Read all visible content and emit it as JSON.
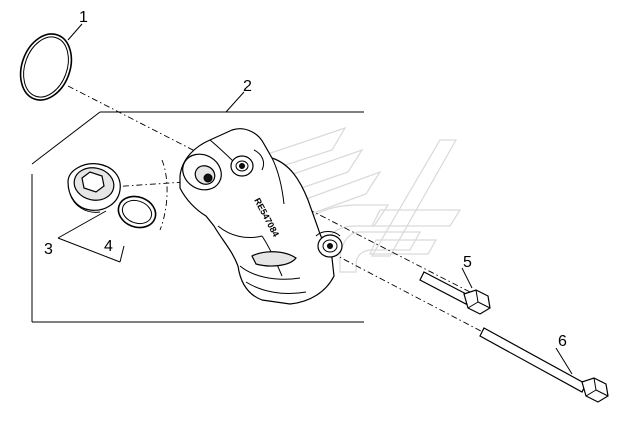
{
  "diagram": {
    "callouts": [
      {
        "id": "part-1",
        "label": "1"
      },
      {
        "id": "part-2",
        "label": "2"
      },
      {
        "id": "part-3",
        "label": "3"
      },
      {
        "id": "part-4",
        "label": "4"
      },
      {
        "id": "part-5",
        "label": "5"
      },
      {
        "id": "part-6",
        "label": "6"
      }
    ],
    "housing_stamp": "RE547084",
    "watermark_icon": "stylized-wings-logo-icon"
  }
}
